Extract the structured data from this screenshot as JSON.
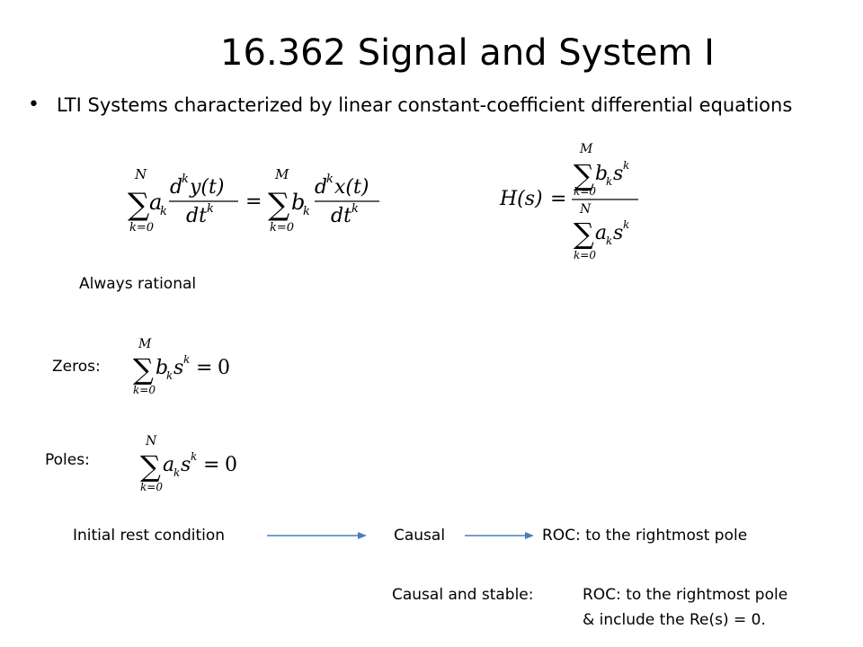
{
  "slide": {
    "title": "16.362 Signal and System I",
    "bullet": "LTI Systems characterized by linear constant-coefficient differential equations",
    "always_rational": "Always rational",
    "zeros_label": "Zeros:",
    "poles_label": "Poles:",
    "flow": {
      "initial_rest": "Initial rest condition",
      "causal": "Causal",
      "roc_rightmost": "ROC: to the rightmost pole"
    },
    "causal_stable": {
      "label": "Causal and stable:",
      "line1": "ROC: to the rightmost pole",
      "line2": "& include the Re(s) = 0."
    }
  },
  "equations": {
    "sum_symbol": "∑",
    "k_eq_0": "k=0",
    "upper_N": "N",
    "upper_M": "M",
    "a_k": "a",
    "b_k": "b",
    "sub_k": "k",
    "d_k": "d",
    "sup_k": "k",
    "y_t": "y(t)",
    "x_t": "x(t)",
    "dt": "dt",
    "equals": "=",
    "zero": "0",
    "H_s": "H(s)",
    "s": "s"
  },
  "colors": {
    "text": "#000000",
    "arrow": "#4a7ebb",
    "background": "#ffffff"
  }
}
